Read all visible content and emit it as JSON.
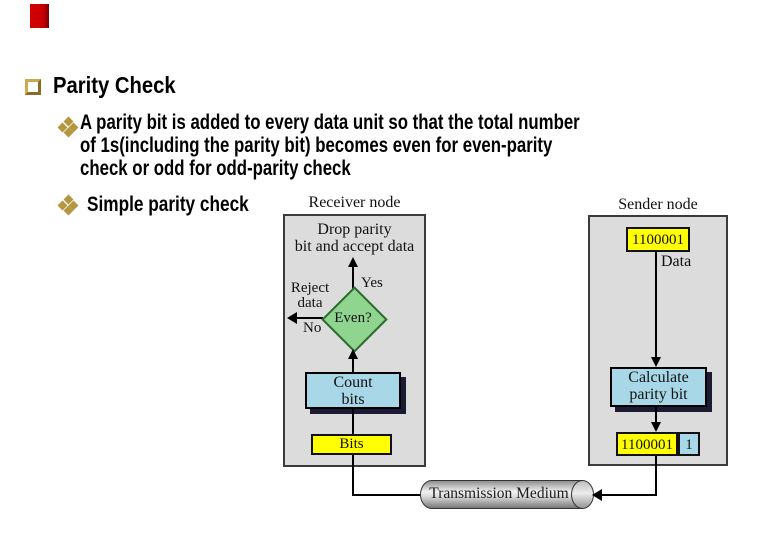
{
  "slide": {
    "accent_color": "#c80000",
    "bullet_color": "#b5953e",
    "title": "Parity Check",
    "bullets": {
      "b1_line1": "A parity bit is added to every data unit so that the total number",
      "b1_line2": "of 1s(including the parity bit) becomes even for even-parity",
      "b1_line3": "check or odd for odd-parity check",
      "b2": "Simple parity check"
    }
  },
  "diagram": {
    "receiver": {
      "node_title": "Receiver node",
      "drop_line1": "Drop parity",
      "drop_line2": "bit and accept data",
      "yes": "Yes",
      "no": "No",
      "reject_line1": "Reject",
      "reject_line2": "data",
      "decision": "Even?",
      "count_line1": "Count",
      "count_line2": "bits",
      "bits": "Bits"
    },
    "sender": {
      "node_title": "Sender node",
      "data_value": "1100001",
      "data_label": "Data",
      "calc_line1": "Calculate",
      "calc_line2": "parity bit",
      "result_value": "1100001",
      "parity_bit": "1"
    },
    "medium": {
      "label": "Transmission Medium"
    },
    "colors": {
      "panel_gray": "#dcdcdc",
      "process_cyan": "#a8d8e8",
      "data_yellow": "#ffff00",
      "decision_green": "#8fd48f",
      "shadow_dark": "#1b1b33"
    }
  }
}
